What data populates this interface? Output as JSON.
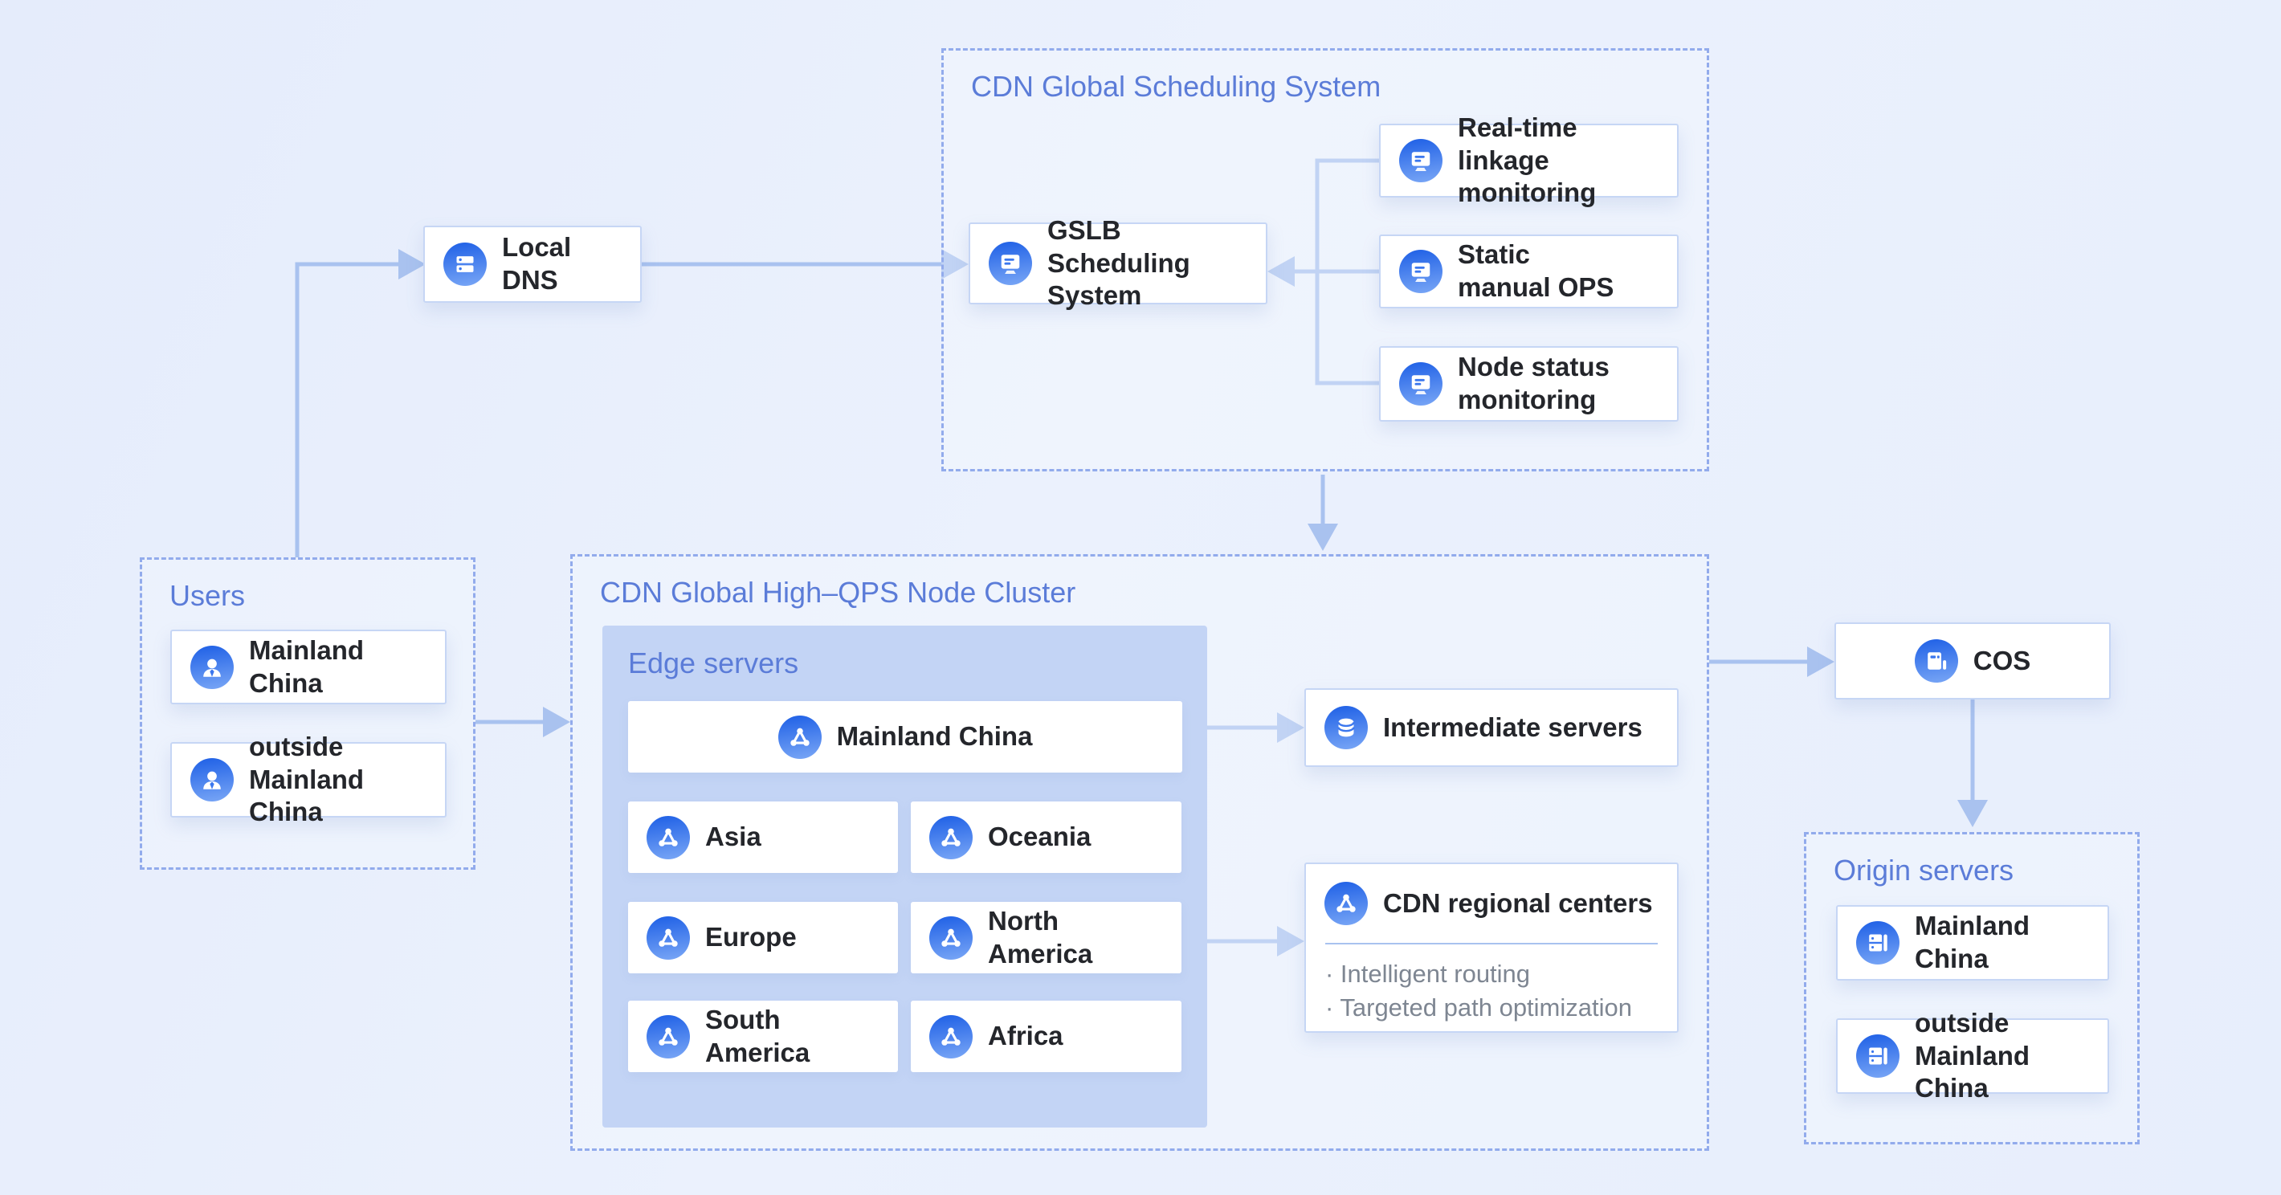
{
  "colors": {
    "title_blue": "#5b7cd8",
    "line_blue": "#a9c2ef",
    "dash_blue": "#92abec",
    "panel_fill": "#c3d4f5",
    "label_ink": "#24262b",
    "muted_ink": "#7e8692",
    "icon_gradient_top": "#2565e7",
    "icon_gradient_bottom": "#7aa7f6"
  },
  "local_dns": {
    "label": "Local DNS"
  },
  "scheduling": {
    "title": "CDN Global Scheduling System",
    "gslb_label": "GSLB Scheduling\nSystem",
    "monitors": [
      "Real-time linkage\nmonitoring",
      "Static\nmanual OPS",
      "Node status\nmonitoring"
    ]
  },
  "users": {
    "title": "Users",
    "items": [
      "Mainland China",
      "outside\nMainland China"
    ]
  },
  "cluster": {
    "title": "CDN Global High–QPS Node Cluster",
    "edge": {
      "title": "Edge servers",
      "primary": "Mainland China",
      "regions": [
        "Asia",
        "Oceania",
        "Europe",
        "North America",
        "South America",
        "Africa"
      ]
    },
    "intermediate_label": "Intermediate servers",
    "regional": {
      "label": "CDN regional centers",
      "bullets": [
        "· Intelligent routing",
        "· Targeted path optimization"
      ]
    }
  },
  "cos": {
    "label": "COS"
  },
  "origin": {
    "title": "Origin servers",
    "items": [
      "Mainland China",
      "outside\nMainland China"
    ]
  }
}
